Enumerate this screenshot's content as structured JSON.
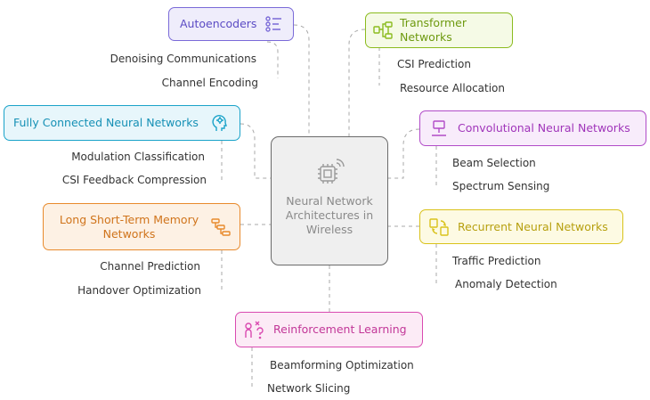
{
  "center": {
    "title": "Neural Network Architectures in Wireless",
    "icon": "chip-wireless-icon"
  },
  "branches": [
    {
      "id": "autoencoders",
      "label": "Autoencoders",
      "icon": "list-icon",
      "color": "#7a6ad8",
      "fill": "#efedfb",
      "leaves": [
        "Denoising Communications",
        "Channel Encoding"
      ]
    },
    {
      "id": "transformer",
      "label": "Transformer Networks",
      "icon": "hierarchy-icon",
      "color": "#8bbb1e",
      "fill": "#f5fae6",
      "leaves": [
        "CSI Prediction",
        "Resource Allocation"
      ]
    },
    {
      "id": "fully-connected",
      "label": "Fully Connected Neural Networks",
      "icon": "brain-icon",
      "color": "#1aa3c9",
      "fill": "#e7f6fb",
      "leaves": [
        "Modulation Classification",
        "CSI Feedback Compression"
      ]
    },
    {
      "id": "convolutional",
      "label": "Convolutional Neural Networks",
      "icon": "node-icon",
      "color": "#b14bc8",
      "fill": "#f8ecfb",
      "leaves": [
        "Beam Selection",
        "Spectrum Sensing"
      ]
    },
    {
      "id": "lstm",
      "label": "Long Short-Term Memory Networks",
      "icon": "steps-icon",
      "color": "#e88a2c",
      "fill": "#fdf1e4",
      "leaves": [
        "Channel Prediction",
        "Handover Optimization"
      ]
    },
    {
      "id": "recurrent",
      "label": "Recurrent Neural Networks",
      "icon": "cycle-icon",
      "color": "#d9c21a",
      "fill": "#fdfae3",
      "leaves": [
        "Traffic Prediction",
        "Anomaly Detection"
      ]
    },
    {
      "id": "reinforcement",
      "label": "Reinforcement Learning",
      "icon": "agent-icon",
      "color": "#d94ab0",
      "fill": "#fcebf6",
      "leaves": [
        "Beamforming Optimization",
        "Network Slicing"
      ]
    }
  ]
}
